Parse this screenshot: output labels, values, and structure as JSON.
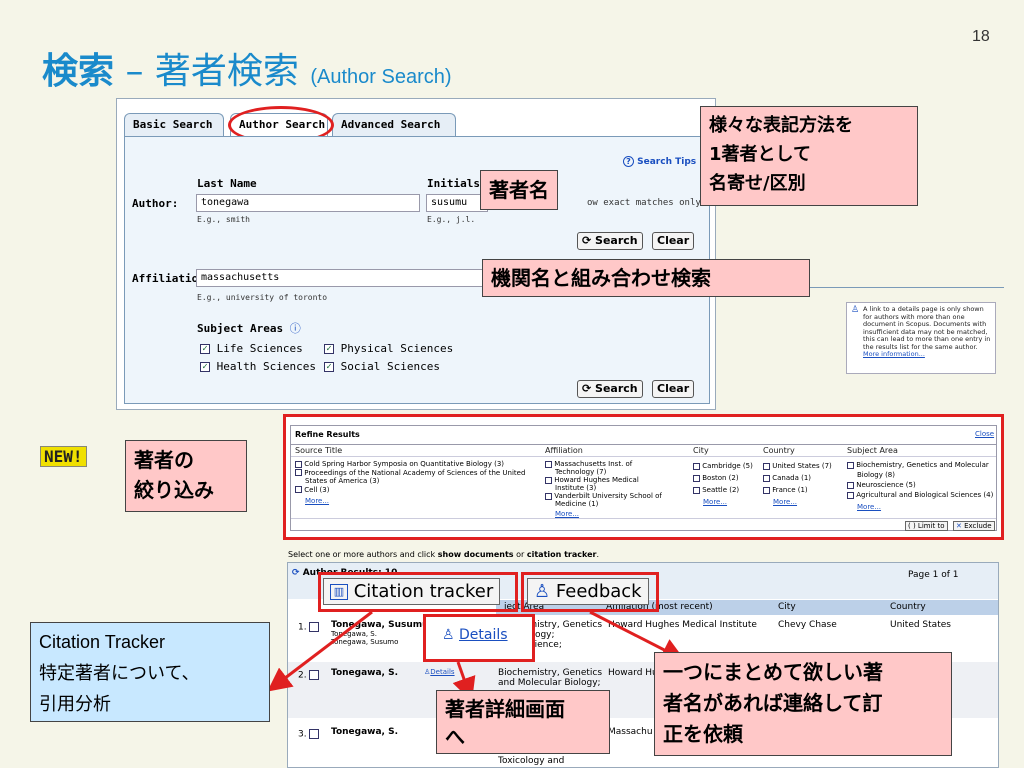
{
  "slide": {
    "number": "18",
    "title_bold": "検索",
    "title_rest": " – 著者検索",
    "title_sub": "(Author Search)"
  },
  "tabs": {
    "basic": "Basic Search",
    "author": "Author Search",
    "advanced": "Advanced Search"
  },
  "form": {
    "search_tips": "Search Tips",
    "author_label": "Author:",
    "last_name_label": "Last Name",
    "last_name_value": "tonegawa",
    "last_name_hint": "E.g., smith",
    "initials_label": "Initials o",
    "initials_value": "susumu",
    "initials_hint": "E.g., j.l.",
    "exact_match_text": "ow exact matches only",
    "affiliation_label": "Affiliation:",
    "affiliation_value": "massachusetts",
    "affiliation_hint": "E.g., university of toronto",
    "subject_areas_label": "Subject Areas",
    "subjects": [
      "Life Sciences",
      "Physical Sciences",
      "Health Sciences",
      "Social Sciences"
    ],
    "search_label": "Search",
    "clear_label": "Clear"
  },
  "callouts": {
    "author_name": "著者名",
    "notation": "様々な表記方法を\n1著者として\n名寄せ/区別",
    "affiliation": "機関名と組み合わせ検索",
    "refine": "著者の\n絞り込み",
    "citation_tracker": "Citation Tracker\n特定著者について、\n引用分析",
    "details": "著者詳細画面\nへ",
    "feedback": "一つにまとめて欲しい著\n者名があれば連絡して訂\n正を依頼"
  },
  "new_badge": "NEW!",
  "info_box": {
    "text": "A link to a details page is only shown for authors with more than one document in Scopus. Documents with insufficient data may not be matched, this can lead to more than one entry in the results list for the same author.",
    "more": "More information..."
  },
  "refine": {
    "title": "Refine Results",
    "close": "Close",
    "columns": [
      "Source Title",
      "Affiliation",
      "City",
      "Country",
      "Subject Area"
    ],
    "source_titles": [
      "Cold Spring Harbor Symposia on Quantitative Biology (3)",
      "Proceedings of the National Academy of Sciences of the United",
      "States of America (3)",
      "Cell (3)"
    ],
    "affiliations": [
      "Massachusetts Inst. of",
      "Technology (7)",
      "Howard Hughes Medical",
      "Institute (3)",
      "Vanderbilt University School of",
      "Medicine (1)"
    ],
    "cities": [
      "Cambridge (5)",
      "Boston (2)",
      "Seattle (2)"
    ],
    "countries": [
      "United States (7)",
      "Canada (1)",
      "France (1)"
    ],
    "subject_areas": [
      "Biochemistry, Genetics and Molecular",
      "Biology (8)",
      "Neuroscience (5)",
      "Agricultural and Biological Sciences (4)"
    ],
    "more": "More...",
    "limit_to": "Limit to",
    "exclude": "Exclude"
  },
  "results": {
    "instruction_pre": "Select one or more authors and click ",
    "instruction_b1": "show documents",
    "instruction_mid": " or ",
    "instruction_b2": "citation tracker",
    "instruction_end": ".",
    "header_prefix": "A",
    "header_label": "uthor Results: 10",
    "page_info": "Page 1 of 1",
    "col_subject": "ject Area",
    "col_affiliation": "Affiliation (most recent)",
    "col_city": "City",
    "col_country": "Country",
    "citation_tracker_btn": "Citation tracker",
    "feedback_btn": "Feedback",
    "details_link": "Details",
    "rows": [
      {
        "num": "1.",
        "name": "Tonegawa, Susumu",
        "alt1": "Tonegawa, S.",
        "alt2": "Tonegawa, Susumo",
        "subj1": "Biochemistry, Genetics",
        "subj2": "ular Biology;",
        "subj3": "Neuroscience;",
        "affil": "Howard Hughes Medical Institute",
        "city": "Chevy Chase",
        "country": "United States"
      },
      {
        "num": "2.",
        "name": "Tonegawa, S.",
        "subj1": "Biochemistry, Genetics",
        "subj2": "and Molecular Biology;",
        "affil": "Howard Hu"
      },
      {
        "num": "3.",
        "name": "Tonegawa, S.",
        "affil": "Massachu",
        "subj_bottom": "Toxicology and"
      }
    ]
  }
}
